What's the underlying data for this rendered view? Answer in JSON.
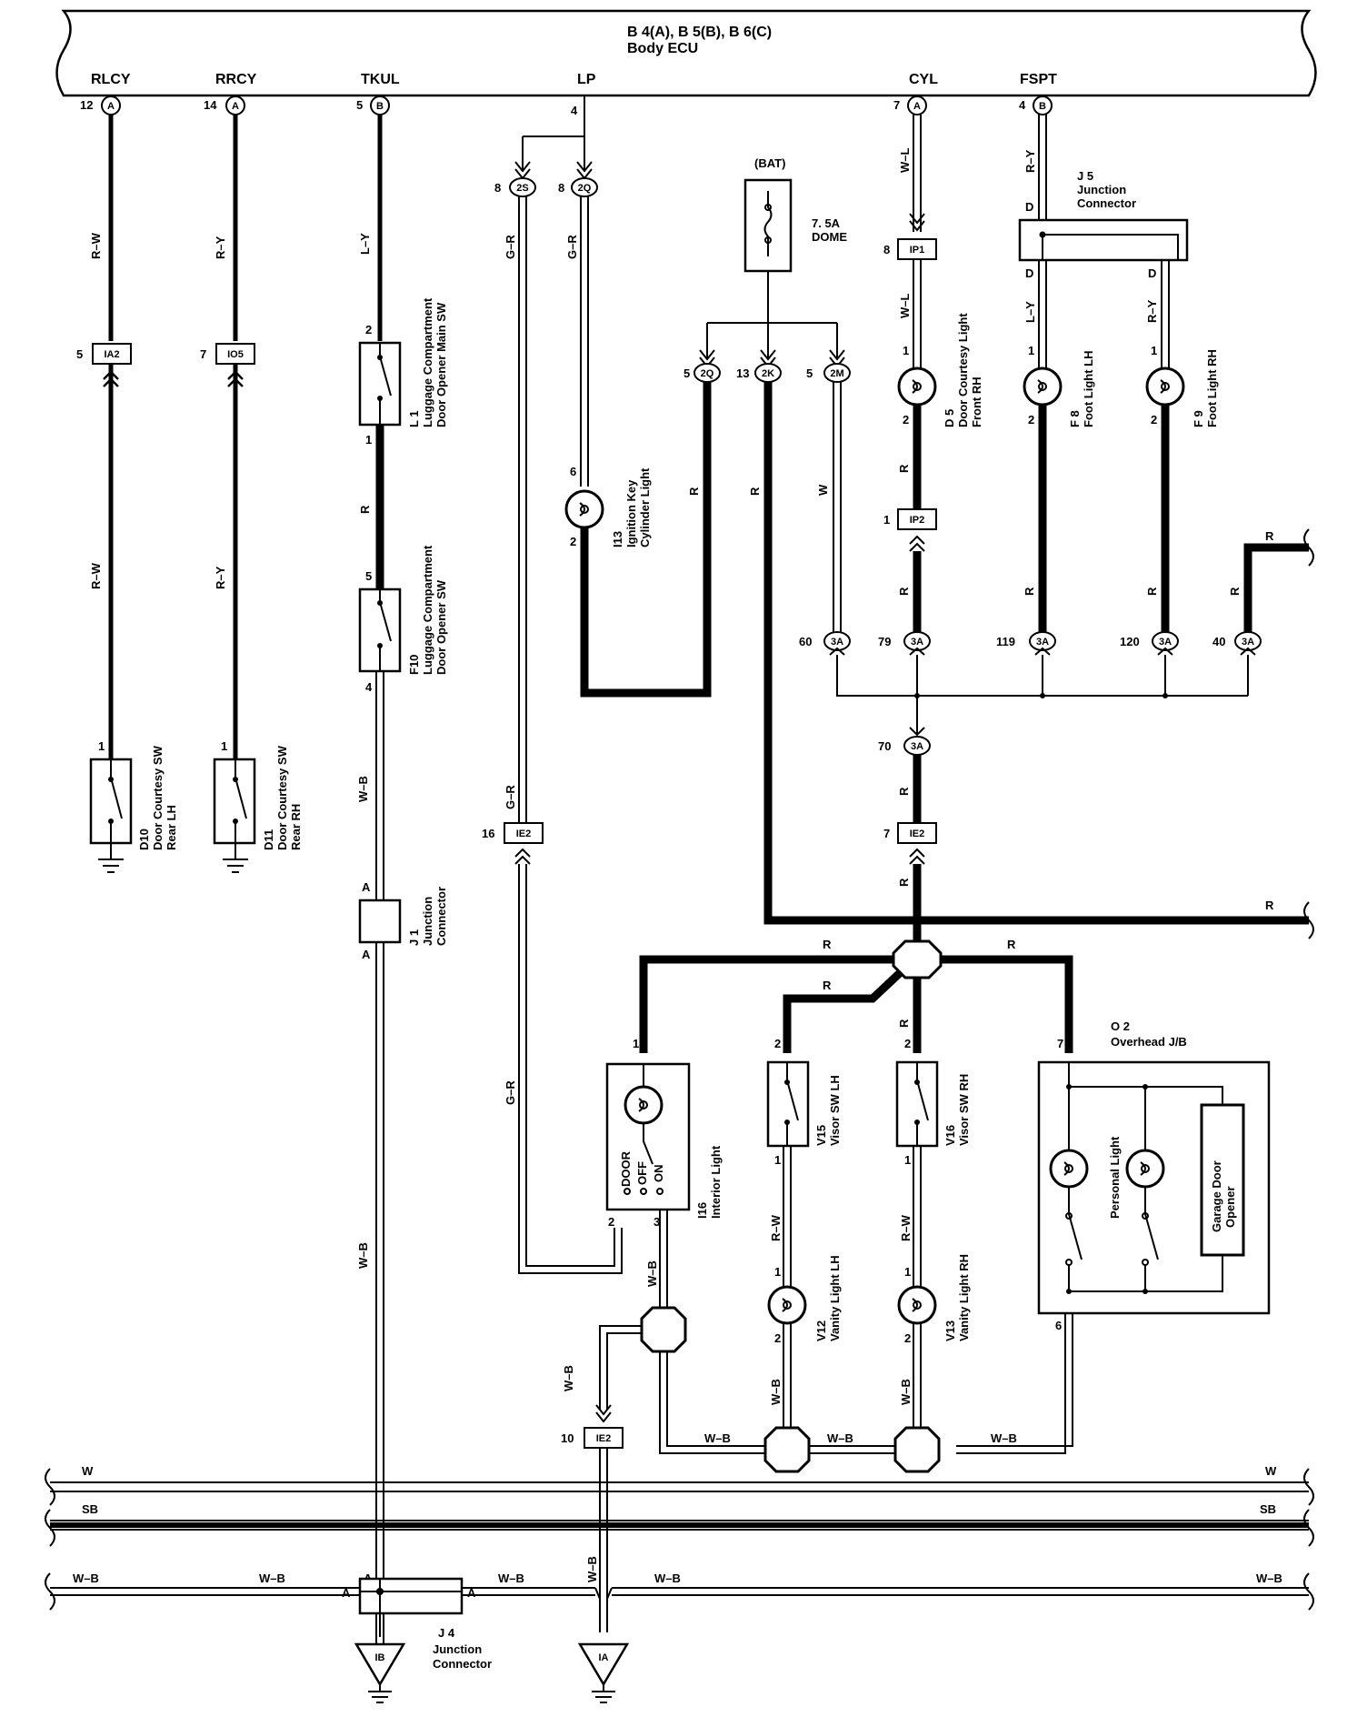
{
  "ecu": {
    "header_line1": "B 4(A), B 5(B), B 6(C)",
    "header_line2": "Body ECU",
    "terminals": [
      {
        "name": "RLCY",
        "pin": "12",
        "letter": "A"
      },
      {
        "name": "RRCY",
        "pin": "14",
        "letter": "A"
      },
      {
        "name": "TKUL",
        "pin": "5",
        "letter": "B"
      },
      {
        "name": "LP",
        "pin": "4",
        "letter": ""
      },
      {
        "name": "CYL",
        "pin": "7",
        "letter": "A"
      },
      {
        "name": "FSPT",
        "pin": "4",
        "letter": "B"
      }
    ]
  },
  "wire_colors": {
    "r_w": "R–W",
    "r_y": "R–Y",
    "l_y": "L–Y",
    "g_r": "G–R",
    "r": "R",
    "w": "W",
    "w_l": "W–L",
    "w_b": "W–B",
    "sb": "SB"
  },
  "fuse": {
    "source": "(BAT)",
    "rating": "7. 5A",
    "name": "DOME"
  },
  "connectors": {
    "ia2": "IA2",
    "io5": "IO5",
    "ip1": "IP1",
    "ip2": "IP2",
    "ie2": "IE2",
    "c2s": "2S",
    "c2q": "2Q",
    "c2k": "2K",
    "c2m": "2M",
    "c3a": "3A",
    "ib": "IB",
    "ia": "IA"
  },
  "pins": {
    "p1": "1",
    "p2": "2",
    "p3": "3",
    "p4": "4",
    "p5": "5",
    "p6": "6",
    "p7": "7",
    "p8": "8",
    "p10": "10",
    "p13": "13",
    "p16": "16",
    "p40": "40",
    "p60": "60",
    "p70": "70",
    "p79": "79",
    "p119": "119",
    "p120": "120",
    "pD": "D",
    "pA": "A"
  },
  "components": {
    "j5": {
      "id": "J 5",
      "l1": "Junction",
      "l2": "Connector"
    },
    "d5": {
      "id": "D 5",
      "l1": "Door Courtesy Light",
      "l2": "Front RH"
    },
    "f8": {
      "id": "F 8",
      "l1": "Foot Light LH"
    },
    "f9": {
      "id": "F 9",
      "l1": "Foot Light RH"
    },
    "l1": {
      "id": "L 1",
      "l1": "Luggage Compartment",
      "l2": "Door Opener Main SW"
    },
    "f10": {
      "id": "F10",
      "l1": "Luggage Compartment",
      "l2": "Door Opener SW"
    },
    "i13": {
      "id": "I13",
      "l1": "Ignition Key",
      "l2": "Cylinder Light"
    },
    "d10": {
      "id": "D10",
      "l1": "Door Courtesy SW",
      "l2": "Rear LH"
    },
    "d11": {
      "id": "D11",
      "l1": "Door Courtesy SW",
      "l2": "Rear RH"
    },
    "j1": {
      "id": "J 1",
      "l1": "Junction",
      "l2": "Connector"
    },
    "i16": {
      "id": "I16",
      "l1": "Interior Light",
      "door": "DOOR",
      "off": "OFF",
      "on": "ON"
    },
    "v15": {
      "id": "V15",
      "l1": "Visor SW LH"
    },
    "v16": {
      "id": "V16",
      "l1": "Visor SW RH"
    },
    "v12": {
      "id": "V12",
      "l1": "Vanity Light LH"
    },
    "v13": {
      "id": "V13",
      "l1": "Vanity Light RH"
    },
    "o2": {
      "id": "O 2",
      "l1": "Overhead J/B",
      "personal": "Personal Light",
      "garage1": "Garage Door",
      "garage2": "Opener"
    },
    "j4": {
      "id": "J 4",
      "l1": "Junction",
      "l2": "Connector"
    }
  }
}
